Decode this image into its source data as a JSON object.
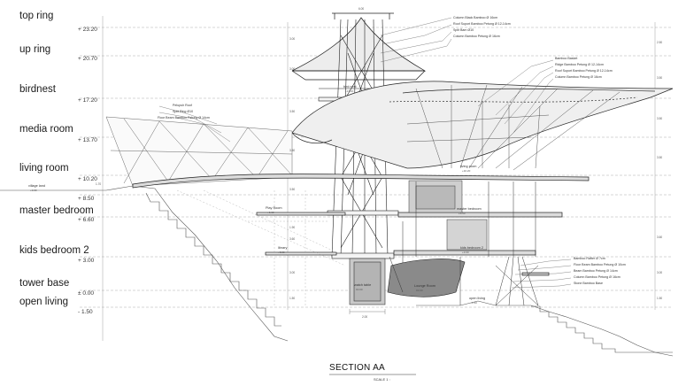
{
  "levels": [
    {
      "name": "top ring",
      "elevation": "+ 23.20"
    },
    {
      "name": "up ring",
      "elevation": "+ 20.70"
    },
    {
      "name": "birdnest",
      "elevation": "+ 17.20"
    },
    {
      "name": "media room",
      "elevation": "+ 13.70"
    },
    {
      "name": "living room",
      "elevation": "+ 10.20"
    },
    {
      "name": "master bedroom",
      "elevation": "+ 8.50"
    },
    {
      "name": "",
      "elevation": "+ 6.60"
    },
    {
      "name": "kids bedroom 2",
      "elevation": "+ 3.00"
    },
    {
      "name": "tower base",
      "elevation": "± 0.00"
    },
    {
      "name": "open living",
      "elevation": "- 1.50"
    }
  ],
  "notes": {
    "tower_top": [
      "Column Black Bamboo Ø 16cm",
      "Roof Suport Bamboo Petung Ø 12-14cm",
      "Split Bam Ø10",
      "Column Bamboo Petung Ø 16cm"
    ],
    "roof_right": [
      "Bamboo Basket",
      "Ridge Bamboo Petung Ø 12-14cm",
      "Roof Suport Bamboo Petung Ø 12-14cm",
      "Column Bamboo Petung Ø 16cm"
    ],
    "roof_left": [
      "Pelupuh Roof",
      "Split Ring Ø10",
      "Floor Beam Bamboo Petung Ø 14cm"
    ],
    "base_right": [
      "Bamboo Rafter Ø 7cm",
      "Floor Beam Bamboo Petung Ø 10cm",
      "Beam Bamboo Petung Ø 14cm",
      "Column Bamboo Petung Ø 16cm",
      "Stone Bamboo Base"
    ]
  },
  "rooms": [
    {
      "label": "bird nest",
      "sub": "+17.20"
    },
    {
      "label": "living room",
      "sub": "+10.20"
    },
    {
      "label": "village land",
      "sub": "+0.00"
    },
    {
      "label": "Play Room",
      "sub": "+6.60"
    },
    {
      "label": "master bedroom",
      "sub": "+6.60"
    },
    {
      "label": "library",
      "sub": "+3.00"
    },
    {
      "label": "kids bedroom 2",
      "sub": "+3.00"
    },
    {
      "label": "watch table",
      "sub": "±0.00"
    },
    {
      "label": "Lounge Room",
      "sub": "±0.00"
    },
    {
      "label": "open living",
      "sub": "-1.50"
    }
  ],
  "dimensions": {
    "tower_width": "6.00",
    "base_width": "2.00",
    "left_heights": [
      "3.00",
      "3.00",
      "3.50",
      "3.50",
      "3.50",
      "1.70",
      "1.90",
      "3.60",
      "3.00",
      "1.50"
    ],
    "right_heights": [
      "2.50",
      "3.50",
      "3.50",
      "3.50",
      "3.60",
      "3.00",
      "1.50"
    ]
  },
  "title": "SECTION AA",
  "scale": "SCALE 1 :"
}
